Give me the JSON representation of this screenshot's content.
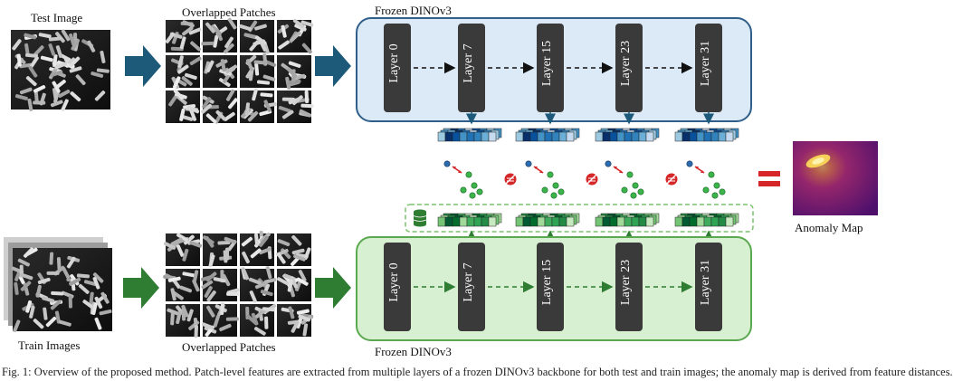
{
  "labels": {
    "test_image": "Test Image",
    "overlapped_top": "Overlapped Patches",
    "frozen_top": "Frozen DINOv3",
    "train_images": "Train Images",
    "overlapped_bottom": "Overlapped Patches",
    "frozen_bottom": "Frozen DINOv3",
    "anomaly_map": "Anomaly Map"
  },
  "layers_top": [
    "Layer 0",
    "Layer 7",
    "Layer 15",
    "Layer 23",
    "Layer 31"
  ],
  "layers_bottom": [
    "Layer 0",
    "Layer 7",
    "Layer 15",
    "Layer 23",
    "Layer 31"
  ],
  "caption": "Fig. 1: Overview of the proposed method. Patch-level features are extracted from multiple layers of a frozen DINOv3 backbone for both test and train images; the anomaly map is derived from feature distances.",
  "colors": {
    "top_arrow": "#1d5a7a",
    "bottom_arrow": "#2e7d32",
    "top_box_fill": "#dce9f6",
    "top_box_stroke": "#2f5f8a",
    "bottom_box_fill": "#d8f0d2",
    "bottom_box_stroke": "#5aa84f",
    "layer_block": "#3a3a3a",
    "memory_bank": "#2e7d32"
  }
}
